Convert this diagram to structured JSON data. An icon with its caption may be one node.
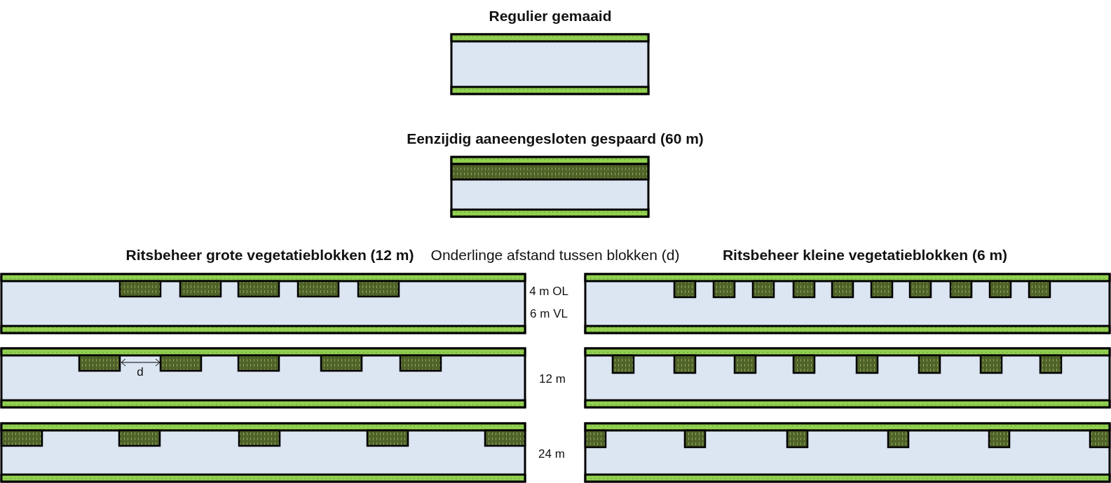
{
  "diagram": {
    "labels": [
      "Regulier gemaaid",
      "Eenzijdig aaneengesloten gespaard (60 m)",
      "Ritsbeheer grote vegetatieblokken (12 m)",
      "Onderlinge afstand tussen blokken (d)",
      "Ritsbeheer kleine vegetatieblokken (6 m)",
      "4 m OL",
      "6 m VL",
      "d",
      "12 m",
      "24 m"
    ]
  }
}
